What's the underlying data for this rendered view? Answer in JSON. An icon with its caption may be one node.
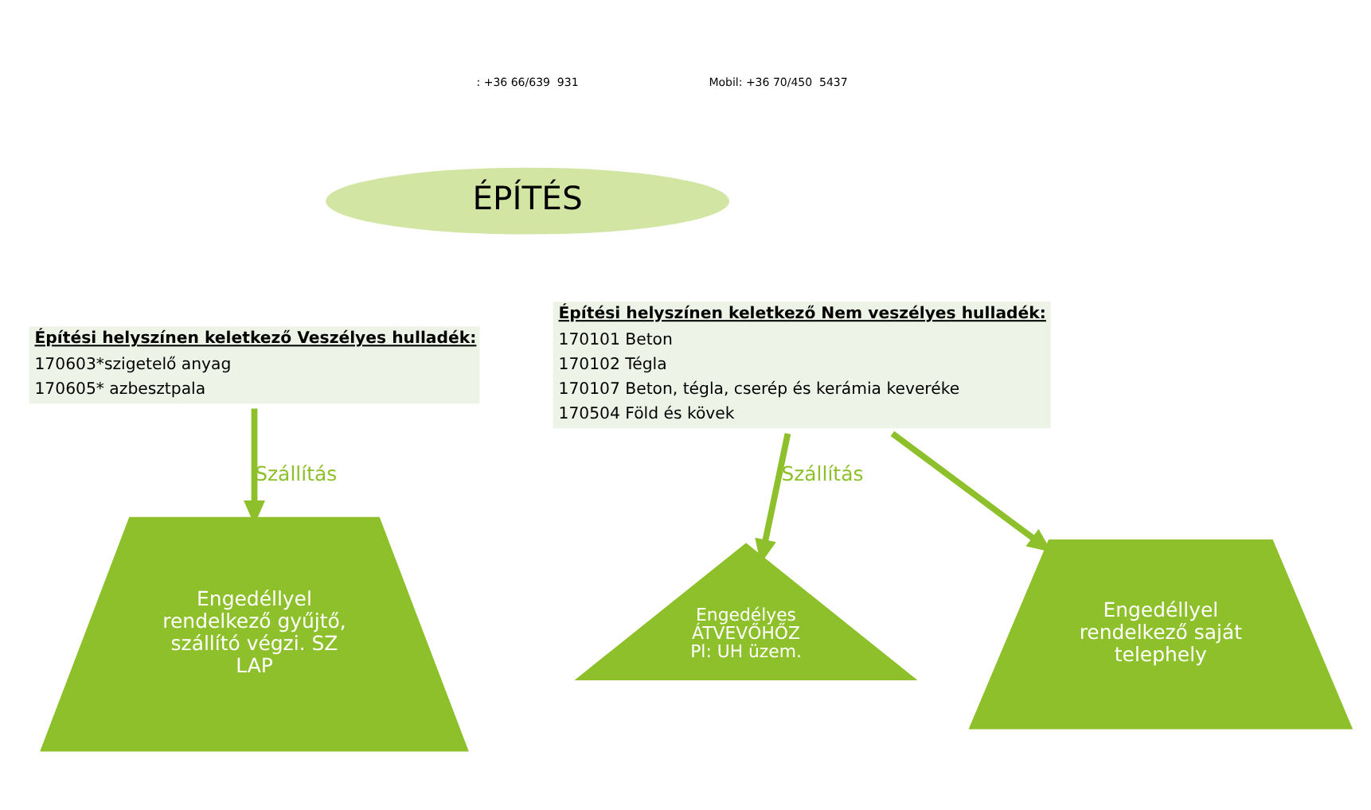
{
  "diagram": {
    "nodes": [
      {
        "text": [
          "ÉPÍTÉS"
        ]
      },
      {
        "text": [
          "Építési helyszínen keletkező Veszélyes hulladék:",
          "170603*szigetelő anyag",
          "170605* azbesztpala"
        ]
      },
      {
        "text": [
          "Építési helyszínen keletkező Nem veszélyes hulladék:",
          "170101 Beton",
          "170102 Tégla",
          "170107 Beton, tégla, cserép és kerámia keveréke",
          "170504 Föld és kövek"
        ]
      },
      {
        "text": [
          "Engedéllyel rendelkező gyűjtő, szállító végzi. SZ LAP"
        ]
      },
      {
        "text": [
          "Engedélyes ÁTVEVŐHŐZ",
          "Pl: UH üzem."
        ]
      },
      {
        "text": [
          "Engedéllyel rendelkező saját telephely"
        ]
      }
    ],
    "edges": [
      {
        "from": 1,
        "to": 3,
        "arrow": "to",
        "label": "Szállítás"
      },
      {
        "from": 2,
        "to": 4,
        "arrow": "to",
        "label": "Szállítás"
      },
      {
        "from": 2,
        "to": 5,
        "arrow": "to"
      }
    ],
    "labels": [
      ": +36 66/639  931",
      "Mobil: +36 70/450  5437"
    ]
  }
}
